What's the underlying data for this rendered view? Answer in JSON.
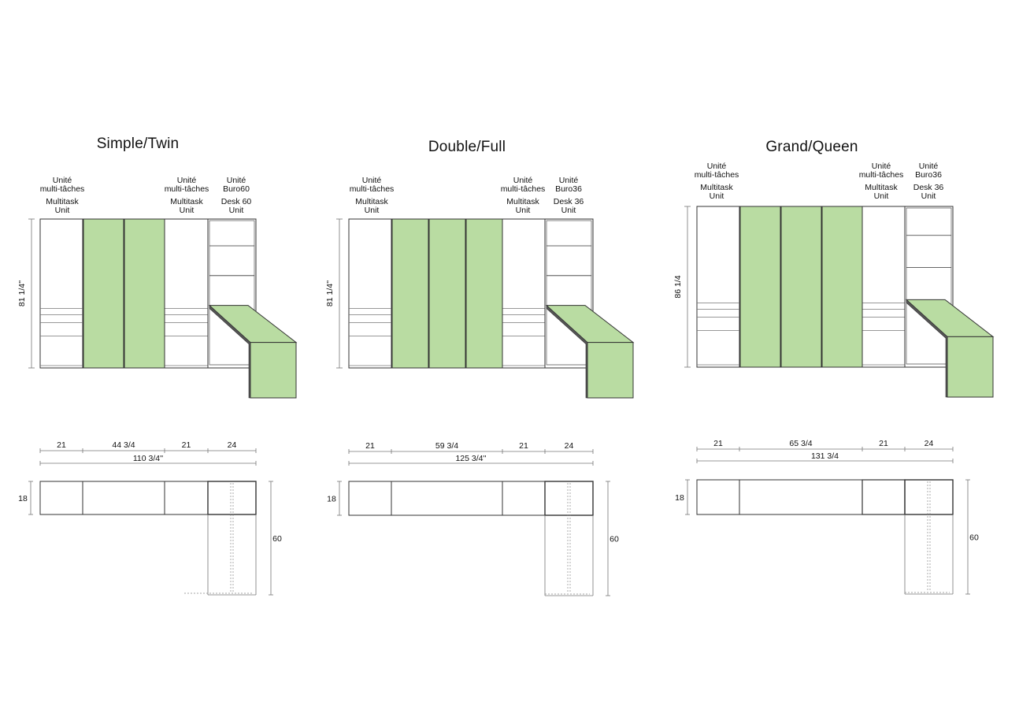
{
  "panels": [
    {
      "title": "Simple/Twin",
      "height_label": "81 1/4''",
      "label_multitask_fr": [
        "Unité",
        "multi-tâches"
      ],
      "label_multitask_en": [
        "Multitask",
        "Unit"
      ],
      "label_desk_fr": [
        "Unité",
        "Buro60"
      ],
      "label_desk_en": [
        "Desk 60",
        "Unit"
      ],
      "widths": [
        "21",
        "44 3/4",
        "21",
        "24"
      ],
      "total_width": "110 3/4''",
      "depth_label": "18",
      "desk_depth_label": "60",
      "bed_panels": 2
    },
    {
      "title": "Double/Full",
      "height_label": "81 1/4''",
      "label_multitask_fr": [
        "Unité",
        "multi-tâches"
      ],
      "label_multitask_en": [
        "Multitask",
        "Unit"
      ],
      "label_desk_fr": [
        "Unité",
        "Buro36"
      ],
      "label_desk_en": [
        "Desk 36",
        "Unit"
      ],
      "widths": [
        "21",
        "59 3/4",
        "21",
        "24"
      ],
      "total_width": "125 3/4''",
      "depth_label": "18",
      "desk_depth_label": "60",
      "bed_panels": 3
    },
    {
      "title": "Grand/Queen",
      "height_label": "86 1/4",
      "label_multitask_fr": [
        "Unité",
        "multi-tâches"
      ],
      "label_multitask_en": [
        "Multitask",
        "Unit"
      ],
      "label_desk_fr": [
        "Unité",
        "Buro36"
      ],
      "label_desk_en": [
        "Desk 36",
        "Unit"
      ],
      "widths": [
        "21",
        "65 3/4",
        "21",
        "24"
      ],
      "total_width": "131 3/4",
      "depth_label": "18",
      "desk_depth_label": "60",
      "bed_panels": 3
    }
  ],
  "colors": {
    "panel_fill": "#b9dca2",
    "line": "#333333",
    "thin_line": "#777777"
  }
}
